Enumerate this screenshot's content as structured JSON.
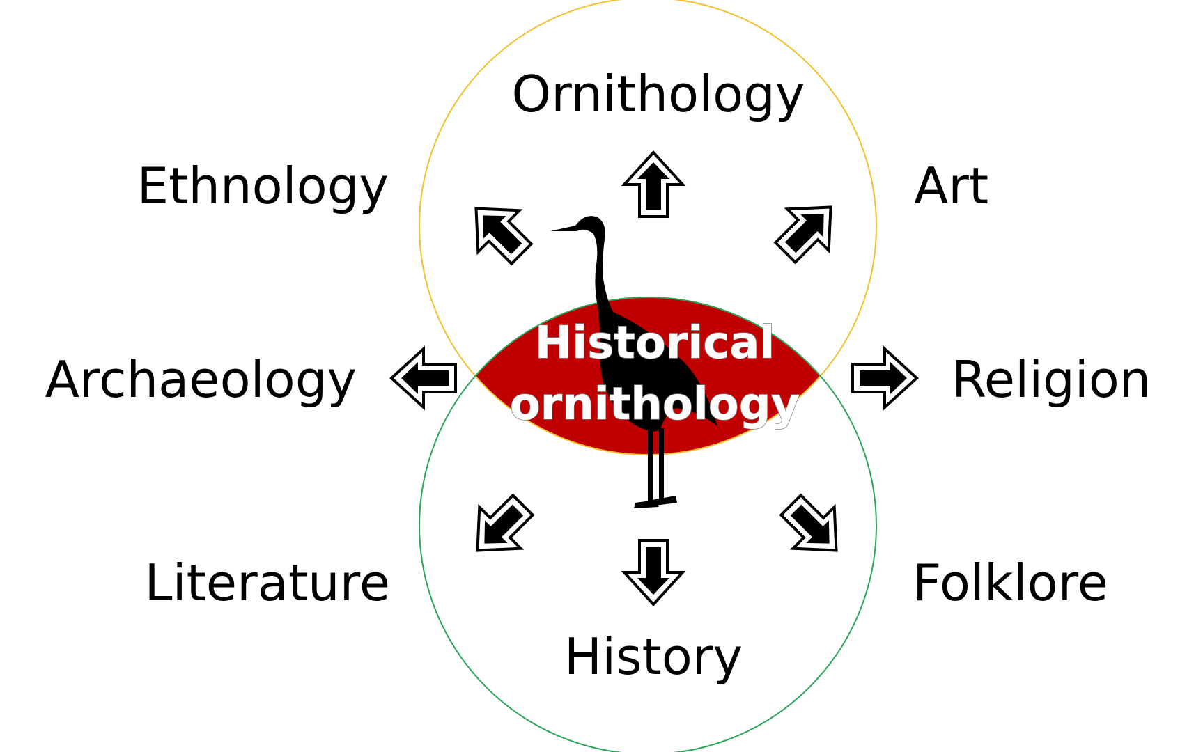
{
  "diagram": {
    "center": {
      "line1": "Historical",
      "line2": "ornithology",
      "fill_color": "#c00000"
    },
    "circles": {
      "top_color": "#f2c12e",
      "bottom_color": "#2aa55a"
    },
    "bird_icon": "crane-silhouette",
    "fields": [
      {
        "key": "ornithology",
        "label": "Ornithology",
        "arrow": "up"
      },
      {
        "key": "ethnology",
        "label": "Ethnology",
        "arrow": "up-left"
      },
      {
        "key": "art",
        "label": "Art",
        "arrow": "up-right"
      },
      {
        "key": "archaeology",
        "label": "Archaeology",
        "arrow": "left"
      },
      {
        "key": "religion",
        "label": "Religion",
        "arrow": "right"
      },
      {
        "key": "literature",
        "label": "Literature",
        "arrow": "down-left"
      },
      {
        "key": "folklore",
        "label": "Folklore",
        "arrow": "down-right"
      },
      {
        "key": "history",
        "label": "History",
        "arrow": "down"
      }
    ]
  }
}
